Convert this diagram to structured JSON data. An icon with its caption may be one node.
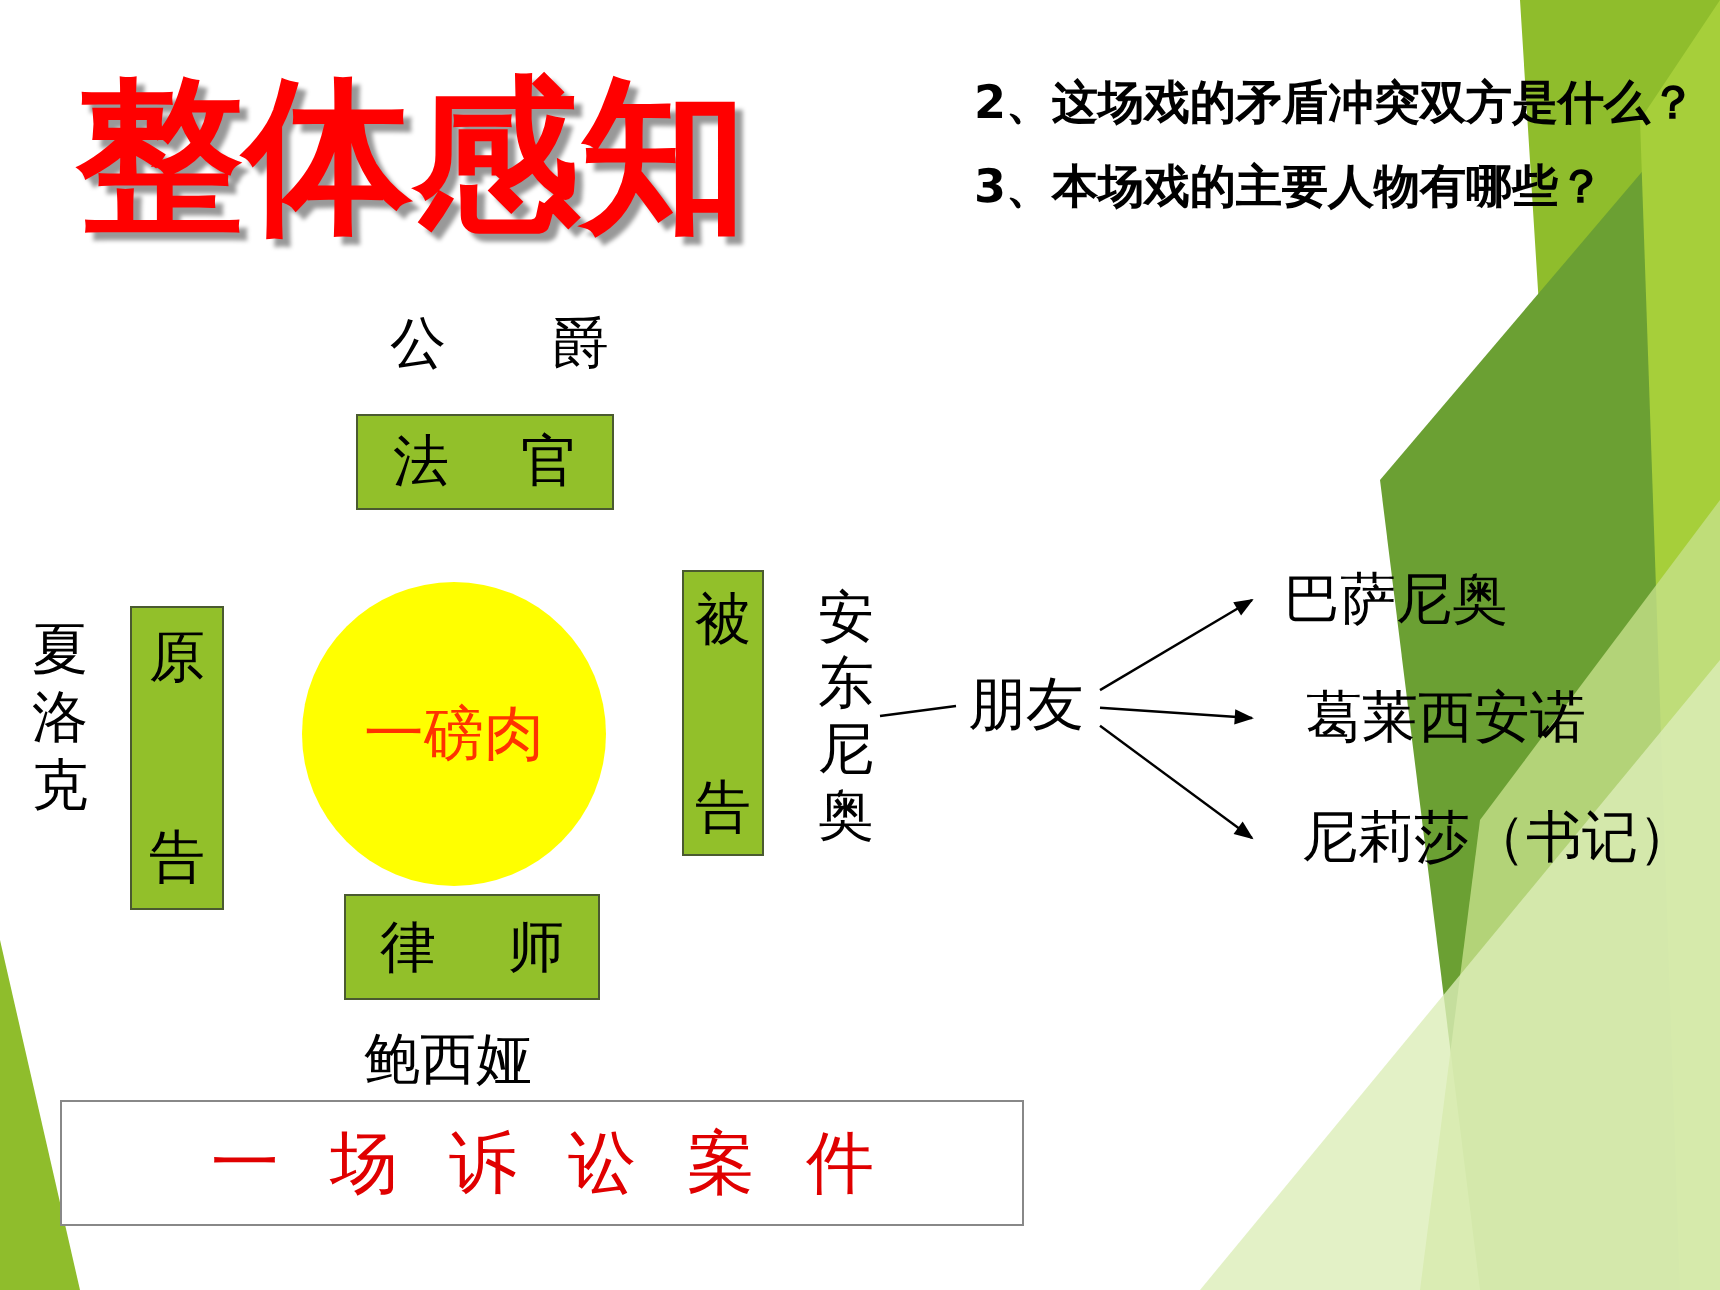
{
  "diagram": {
    "title": "整体感知",
    "nodes": [
      {
        "text": [
          "法官"
        ],
        "beside": [
          "公 爵"
        ]
      },
      {
        "text": [
          "夏洛克"
        ]
      },
      {
        "text": [
          "原告"
        ]
      },
      {
        "text": [
          "一磅肉"
        ]
      },
      {
        "text": [
          "被告"
        ]
      },
      {
        "text": [
          "安东尼奥"
        ]
      },
      {
        "text": [
          "朋友"
        ]
      },
      {
        "text": [
          "巴萨尼奥"
        ]
      },
      {
        "text": [
          "葛莱西安诺"
        ]
      },
      {
        "text": [
          "尼莉莎（书记）"
        ]
      },
      {
        "text": [
          "律师"
        ],
        "beside": [
          "鲍西娅"
        ]
      },
      {
        "text": [
          "一场诉讼案件"
        ]
      }
    ],
    "edges": [
      {
        "from": 5,
        "to": 6,
        "arrow": "none"
      },
      {
        "from": 6,
        "to": 7,
        "arrow": "to"
      },
      {
        "from": 6,
        "to": 8,
        "arrow": "to"
      },
      {
        "from": 6,
        "to": 9,
        "arrow": "to"
      }
    ],
    "labels": [
      "2、这场戏的矛盾冲突双方是什么？",
      "3、本场戏的主要人物有哪些？"
    ]
  }
}
